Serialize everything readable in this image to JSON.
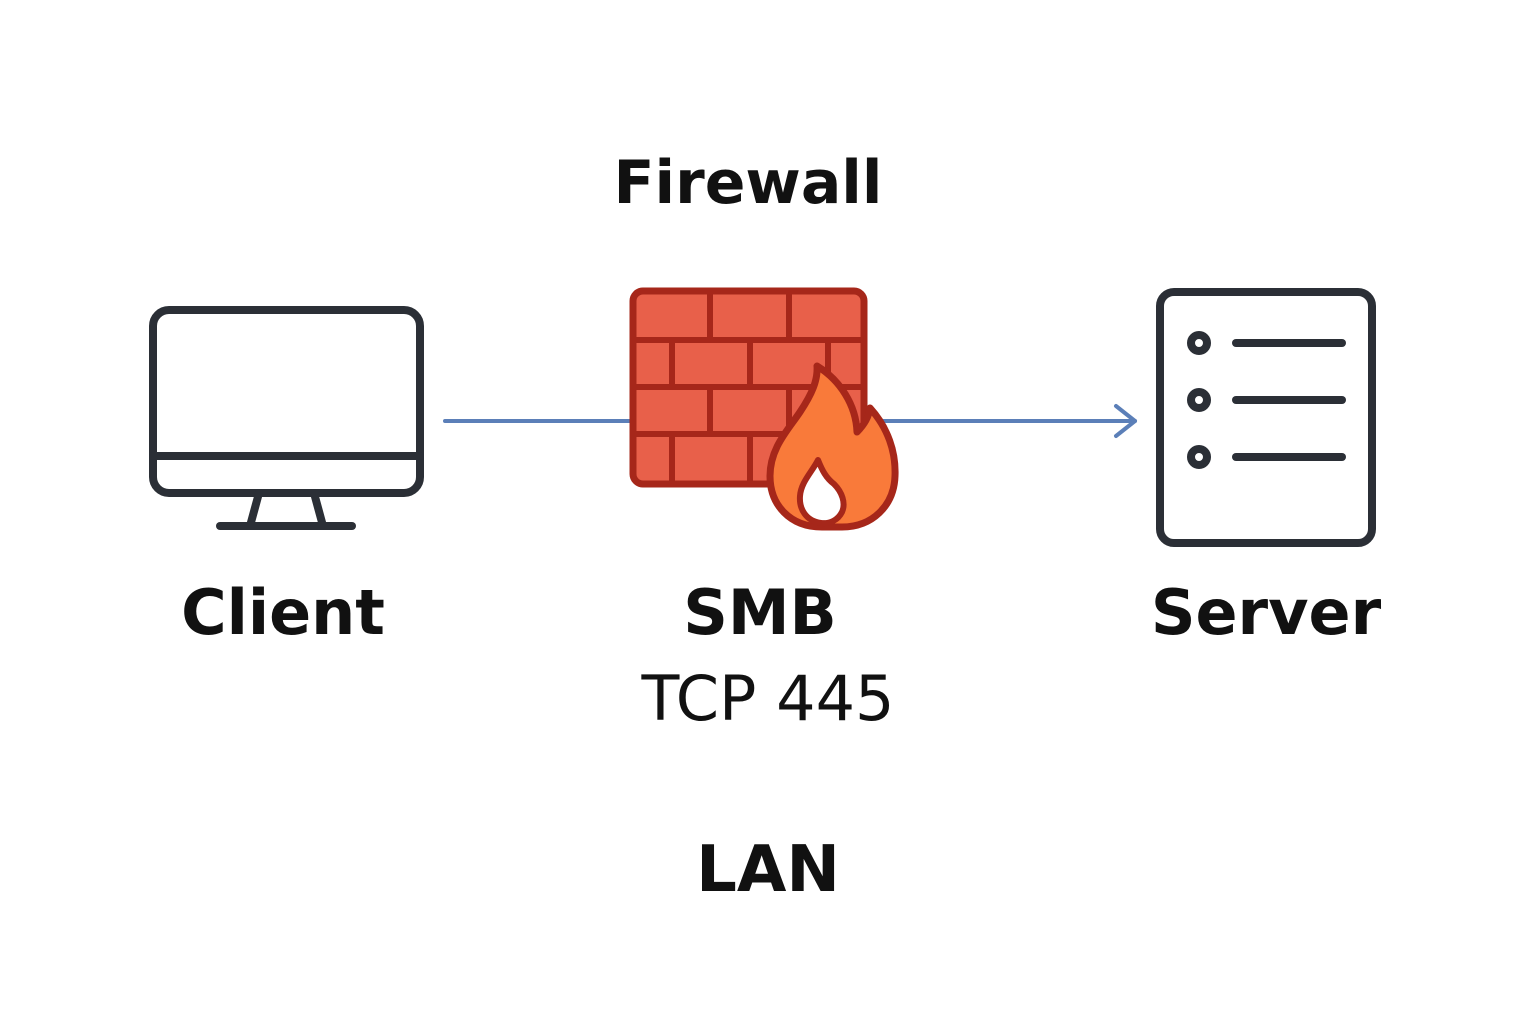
{
  "labels": {
    "firewall": "Firewall",
    "client": "Client",
    "server": "Server",
    "protocol": "SMB",
    "port": "TCP 445",
    "network": "LAN"
  },
  "icons": {
    "client": "monitor-icon",
    "firewall": "brick-wall-icon",
    "flame": "flame-icon",
    "server": "server-icon"
  },
  "colors": {
    "outline": "#2b2f36",
    "connection": "#5b7fb8",
    "brick": "#e8604a",
    "brick_outline": "#a6271a",
    "flame": "#f97a3a",
    "text": "#111111"
  }
}
